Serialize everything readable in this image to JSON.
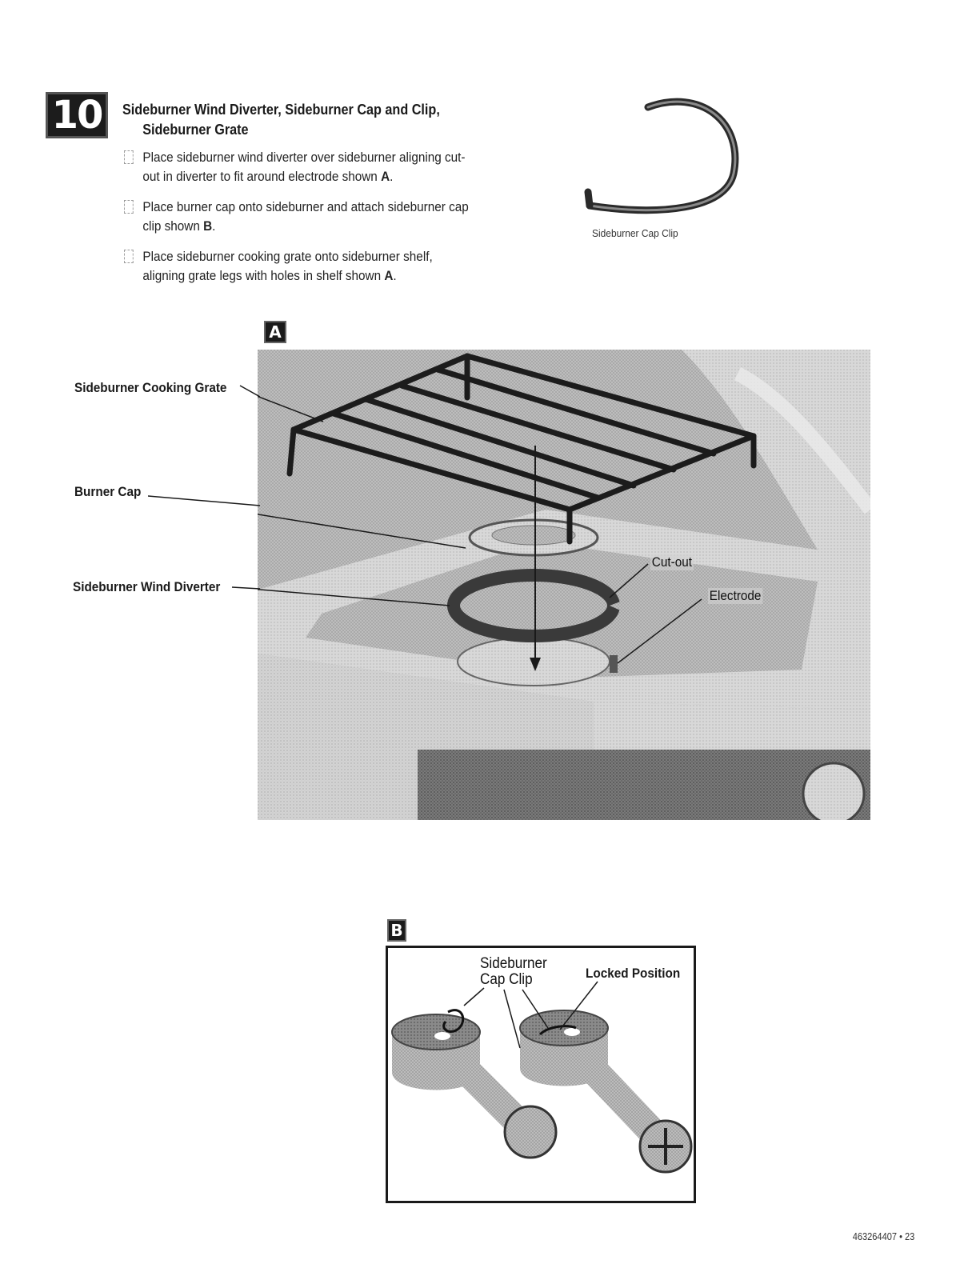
{
  "step": {
    "number": "10",
    "title_line1": "Sideburner Wind Diverter, Sideburner Cap and Clip,",
    "title_line2": "Sideburner Grate"
  },
  "instructions": [
    {
      "text": "Place sideburner wind diverter over sideburner aligning cut-out in diverter to fit around electrode shown ",
      "ref": "A",
      "tail": "."
    },
    {
      "text": "Place burner cap onto sideburner and attach sideburner cap clip shown ",
      "ref": "B",
      "tail": "."
    },
    {
      "text": "Place sideburner cooking grate onto sideburner shelf, aligning grate legs with holes in shelf shown ",
      "ref": "A",
      "tail": "."
    }
  ],
  "clip_figure": {
    "caption": "Sideburner Cap Clip"
  },
  "figure_a": {
    "letter": "A",
    "labels": {
      "cooking_grate": "Sideburner Cooking Grate",
      "burner_cap": "Burner Cap",
      "wind_diverter": "Sideburner Wind Diverter",
      "cut_out": "Cut-out",
      "electrode": "Electrode"
    }
  },
  "figure_b": {
    "letter": "B",
    "labels": {
      "cap_clip_line1": "Sideburner",
      "cap_clip_line2": "Cap Clip",
      "locked_position": "Locked Position"
    }
  },
  "footer": {
    "page_ref": "463264407 • 23"
  }
}
